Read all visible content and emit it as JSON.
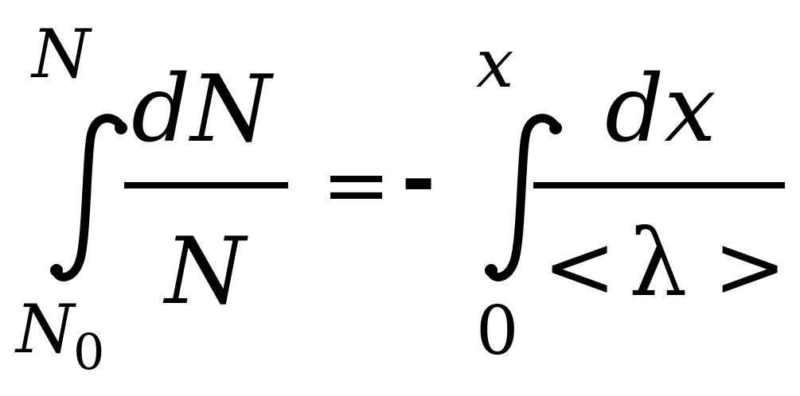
{
  "equation": {
    "left": {
      "upper_limit": "N",
      "lower_limit_base": "N",
      "lower_limit_subscript": "0",
      "numerator": "dN",
      "denominator": "N"
    },
    "equals": "=",
    "minus": "-",
    "right": {
      "upper_limit": "x",
      "lower_limit": "0",
      "numerator": "dx",
      "denominator_open": "<",
      "denominator_symbol": "λ",
      "denominator_close": ">"
    }
  }
}
